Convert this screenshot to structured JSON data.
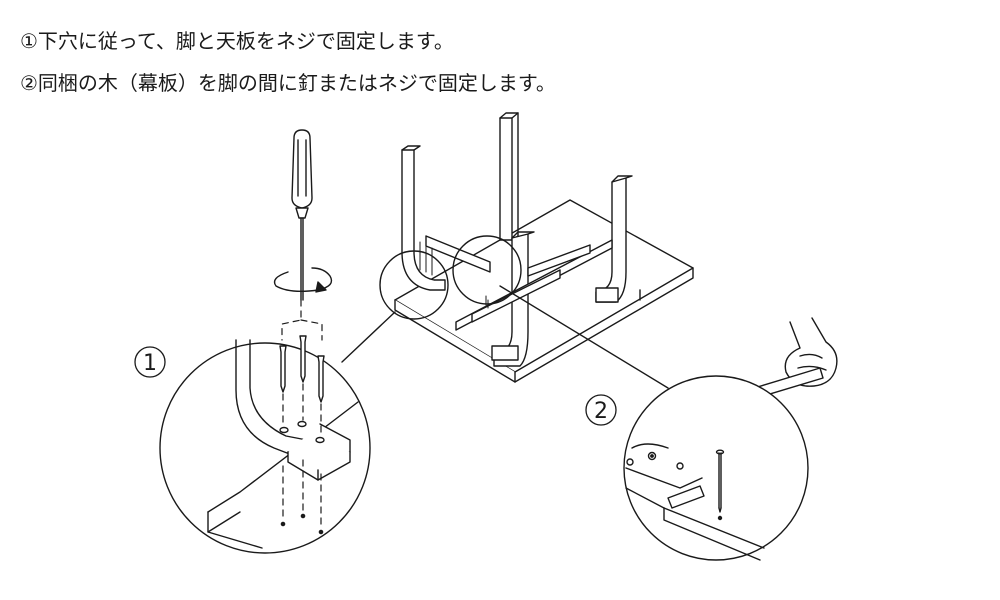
{
  "instructions": [
    "①下穴に従って、脚と天板をネジで固定します。",
    "②同梱の木（幕板）を脚の間に釘またはネジで固定します。"
  ],
  "callouts": {
    "step1_number": "1",
    "step2_number": "2"
  },
  "colors": {
    "line": "#1a1a1a",
    "background": "#ffffff"
  },
  "icons": [
    "screwdriver-icon",
    "hammer-icon",
    "hand-icon",
    "rotation-arrow-icon",
    "down-arrow-icon"
  ]
}
